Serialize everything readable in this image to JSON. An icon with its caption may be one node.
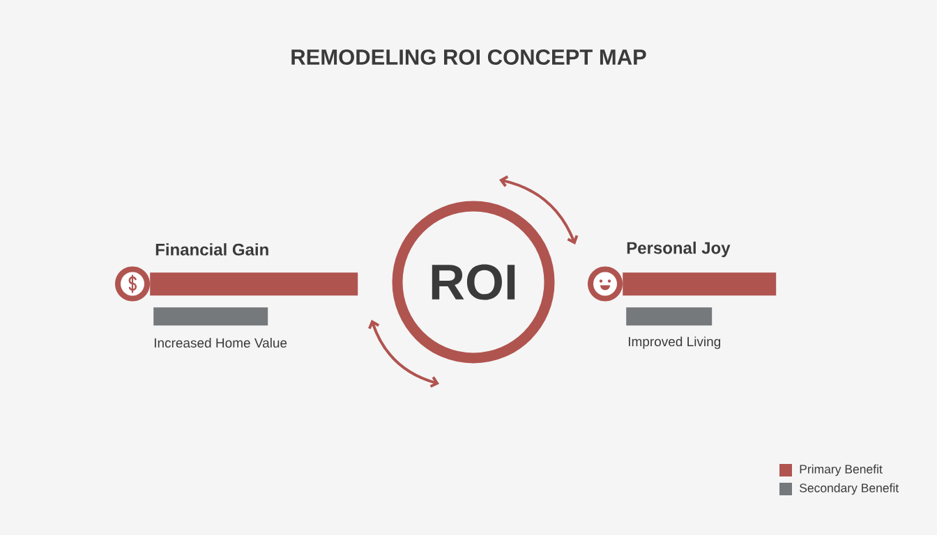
{
  "diagram": {
    "title": "REMODELING ROI CONCEPT MAP",
    "nodes": [
      {
        "text": [
          "ROI"
        ]
      },
      {
        "text": [
          "Financial Gain"
        ]
      },
      {
        "text": [
          "Increased Home Value"
        ]
      },
      {
        "text": [
          "Personal Joy"
        ]
      },
      {
        "text": [
          "Improved Living"
        ]
      }
    ],
    "legend": [
      {
        "text": "Primary Benefit",
        "color": "#b05450"
      },
      {
        "text": "Secondary Benefit",
        "color": "#76797c"
      }
    ]
  }
}
